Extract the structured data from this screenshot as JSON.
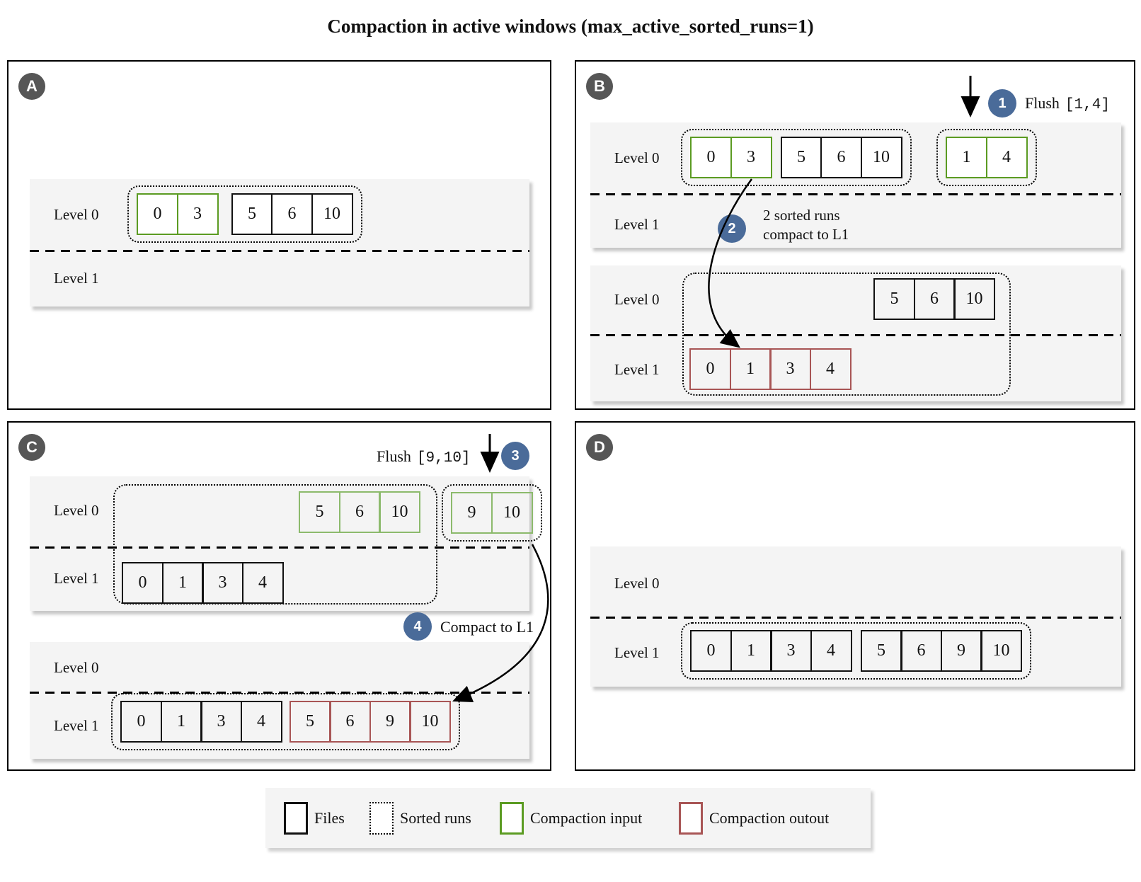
{
  "title": "Compaction in active windows (max_active_sorted_runs=1)",
  "colors": {
    "files_border": "#111111",
    "sorted_run_border": "#000000",
    "compaction_input": "#5b9b22",
    "compaction_input_light": "#8cba6c",
    "compaction_output": "#a85555",
    "step_badge": "#4a6b99",
    "panel_badge": "#565656",
    "band_bg": "#f4f4f4"
  },
  "panels": {
    "a": {
      "label": "A",
      "level0_label": "Level 0",
      "level1_label": "Level 1",
      "input_run": [
        "0",
        "3"
      ],
      "files_run": [
        "5",
        "6",
        "10"
      ]
    },
    "b": {
      "label": "B",
      "step1_num": "1",
      "step1_text": "Flush",
      "step1_range": "[1,4]",
      "step2_num": "2",
      "step2_line1": "2 sorted runs",
      "step2_line2": "compact to L1",
      "top": {
        "level0_label": "Level 0",
        "level1_label": "Level 1",
        "input_run": [
          "0",
          "3"
        ],
        "files_run": [
          "5",
          "6",
          "10"
        ],
        "flushed_run": [
          "1",
          "4"
        ]
      },
      "bottom": {
        "level0_label": "Level 0",
        "level1_label": "Level 1",
        "files_run": [
          "5",
          "6",
          "10"
        ],
        "output_run": [
          "0",
          "1",
          "3",
          "4"
        ]
      }
    },
    "c": {
      "label": "C",
      "step3_num": "3",
      "step3_text": "Flush",
      "step3_range": "[9,10]",
      "step4_num": "4",
      "step4_text": "Compact to L1",
      "top": {
        "level0_label": "Level 0",
        "level1_label": "Level 1",
        "input_run": [
          "5",
          "6",
          "10"
        ],
        "flushed_run": [
          "9",
          "10"
        ],
        "files_run": [
          "0",
          "1",
          "3",
          "4"
        ]
      },
      "bottom": {
        "level0_label": "Level 0",
        "level1_label": "Level 1",
        "files_run": [
          "0",
          "1",
          "3",
          "4"
        ],
        "output_run": [
          "5",
          "6",
          "9",
          "10"
        ]
      }
    },
    "d": {
      "label": "D",
      "level0_label": "Level 0",
      "level1_label": "Level 1",
      "files_run1": [
        "0",
        "1",
        "3",
        "4"
      ],
      "files_run2": [
        "5",
        "6",
        "9",
        "10"
      ]
    }
  },
  "legend": {
    "items": [
      {
        "label": "Files"
      },
      {
        "label": "Sorted runs"
      },
      {
        "label": "Compaction input"
      },
      {
        "label": "Compaction outout"
      }
    ]
  }
}
